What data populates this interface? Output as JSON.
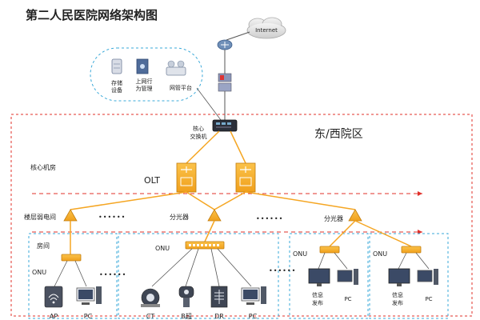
{
  "title": "第二人民医院网络架构图",
  "internet_label": "Internet",
  "management": {
    "storage_line1": "存储",
    "storage_line2": "设备",
    "behavior_line1": "上网行",
    "behavior_line2": "为管理",
    "nms": "网管平台"
  },
  "core_switch_line1": "核心",
  "core_switch_line2": "交换机",
  "campus_label": "东/西院区",
  "core_room_label": "核心机房",
  "olt_label": "OLT",
  "floor_weak_room": "楼层弱电间",
  "splitter_label": "分光器",
  "splitter_label_2": "分光器",
  "ellipsis": "••••••",
  "room_label": "房间",
  "onu_label": "ONU",
  "devices": {
    "ap": "AP",
    "pc": "PC",
    "ct": "CT",
    "bultrasound": "B超",
    "dr": "DR",
    "info_line1": "信息",
    "info_line2": "发布"
  },
  "colors": {
    "orange": "#f5a623",
    "red_dash": "#e0302a",
    "cyan_dash": "#3aa9d9",
    "router_blue": "#6f8fb8"
  }
}
